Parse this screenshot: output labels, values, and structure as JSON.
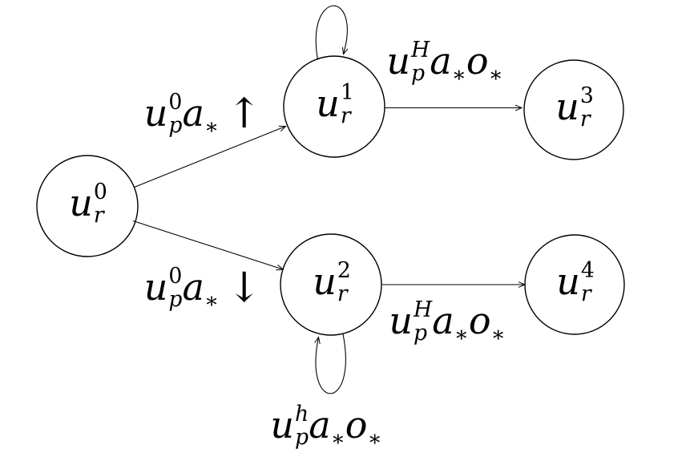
{
  "figure": {
    "background": "#ffffff",
    "ink": "#000000",
    "nodes": [
      {
        "name": "state-u-r-0",
        "base": "u",
        "sup": "0",
        "sub": "r"
      },
      {
        "name": "state-u-r-1",
        "base": "u",
        "sup": "1",
        "sub": "r"
      },
      {
        "name": "state-u-r-2",
        "base": "u",
        "sup": "2",
        "sub": "r"
      },
      {
        "name": "state-u-r-3",
        "base": "u",
        "sup": "3",
        "sub": "r"
      },
      {
        "name": "state-u-r-4",
        "base": "u",
        "sup": "4",
        "sub": "r"
      }
    ],
    "edge_labels": [
      {
        "name": "edge-u0-to-u1",
        "u": "u",
        "u_sup": "0",
        "u_sub": "p",
        "a": "a",
        "a_sub": "∗",
        "o": "",
        "o_sub": "",
        "suffix": "↑"
      },
      {
        "name": "edge-u0-to-u2",
        "u": "u",
        "u_sup": "0",
        "u_sub": "p",
        "a": "a",
        "a_sub": "∗",
        "o": "",
        "o_sub": "",
        "suffix": "↓"
      },
      {
        "name": "edge-u1-to-u3",
        "u": "u",
        "u_sup": "H",
        "u_sub": "p",
        "a": "a",
        "a_sub": "∗",
        "o": "o",
        "o_sub": "∗",
        "suffix": ""
      },
      {
        "name": "edge-u2-to-u4",
        "u": "u",
        "u_sup": "H",
        "u_sub": "p",
        "a": "a",
        "a_sub": "∗",
        "o": "o",
        "o_sub": "∗",
        "suffix": ""
      },
      {
        "name": "selfloop-u2",
        "u": "u",
        "u_sup": "h",
        "u_sub": "p",
        "a": "a",
        "a_sub": "∗",
        "o": "o",
        "o_sub": "∗",
        "suffix": ""
      }
    ]
  }
}
